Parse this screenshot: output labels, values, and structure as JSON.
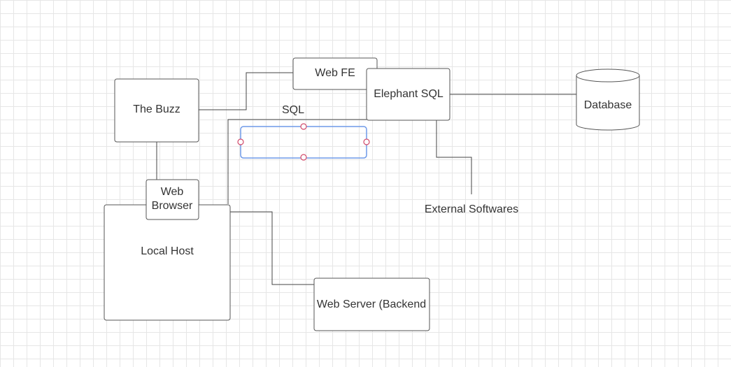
{
  "nodes": {
    "the_buzz": "The Buzz",
    "web_fe": "Web FE",
    "elephant_sql": "Elephant SQL",
    "database": "Database",
    "sql": "SQL",
    "web_browser_line1": "Web",
    "web_browser_line2": "Browser",
    "local_host": "Local Host",
    "external_softwares": "External Softwares",
    "web_server": "Web Server (Backend"
  },
  "colors": {
    "selection": "#6f9ae8",
    "handle": "#d24a6a",
    "grid": "#e6e6e6",
    "stroke": "#555555"
  }
}
